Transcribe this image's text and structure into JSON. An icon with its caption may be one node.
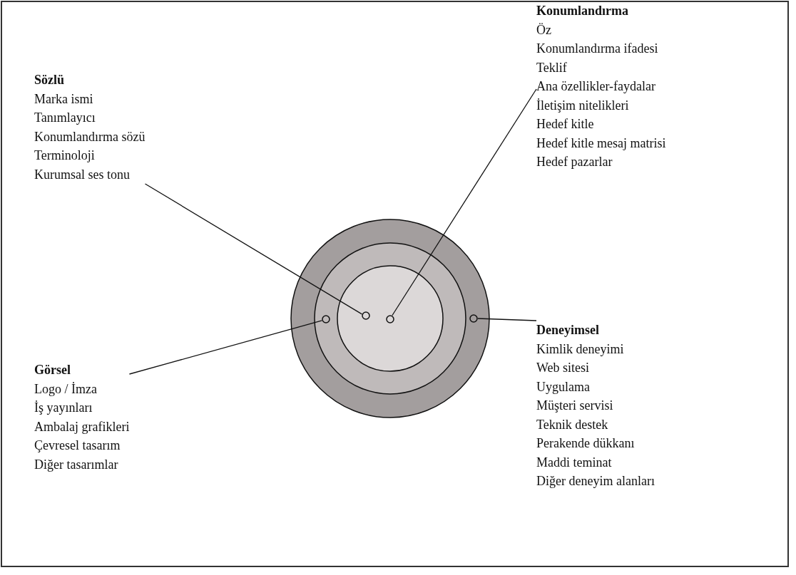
{
  "diagram": {
    "nodes": [
      {
        "text": [
          "Konumlandırma",
          "Öz",
          "Konumlandırma ifadesi",
          "Teklif",
          "Ana özellikler-faydalar",
          "İletişim nitelikleri",
          "Hedef kitle",
          "Hedef kitle mesaj matrisi",
          "Hedef pazarlar"
        ]
      },
      {
        "text": [
          "Sözlü",
          "Marka ismi",
          "Tanımlayıcı",
          "Konumlandırma sözü",
          "Terminoloji",
          "Kurumsal ses tonu"
        ]
      },
      {
        "text": [],
        "shape": "circle"
      },
      {
        "text": [],
        "shape": "circle",
        "in": 2
      },
      {
        "text": [],
        "shape": "circle",
        "in": 3
      },
      {
        "text": [],
        "shape": "circle",
        "in": 4
      },
      {
        "text": [],
        "shape": "circle",
        "in": 4
      },
      {
        "text": [],
        "shape": "circle",
        "in": 3
      },
      {
        "text": [],
        "shape": "circle",
        "in": 2
      },
      {
        "text": [
          "Deneyimsel",
          "Kimlik deneyimi",
          "Web sitesi",
          "Uygulama",
          "Müşteri servisi",
          "Teknik destek",
          "Perakende dükkanı",
          "Maddi teminat",
          "Diğer deneyim alanları"
        ]
      },
      {
        "text": [
          "Görsel",
          "Logo / İmza",
          "İş yayınları",
          "Ambalaj grafikleri",
          "Çevresel tasarım",
          "Diğer tasarımlar"
        ]
      }
    ],
    "edges": [
      {
        "from": 0,
        "to": 6,
        "arrow": "none"
      },
      {
        "from": 1,
        "to": 5,
        "arrow": "none"
      },
      {
        "from": 9,
        "to": 8,
        "arrow": "none"
      },
      {
        "from": 10,
        "to": 7,
        "arrow": "none"
      }
    ]
  }
}
